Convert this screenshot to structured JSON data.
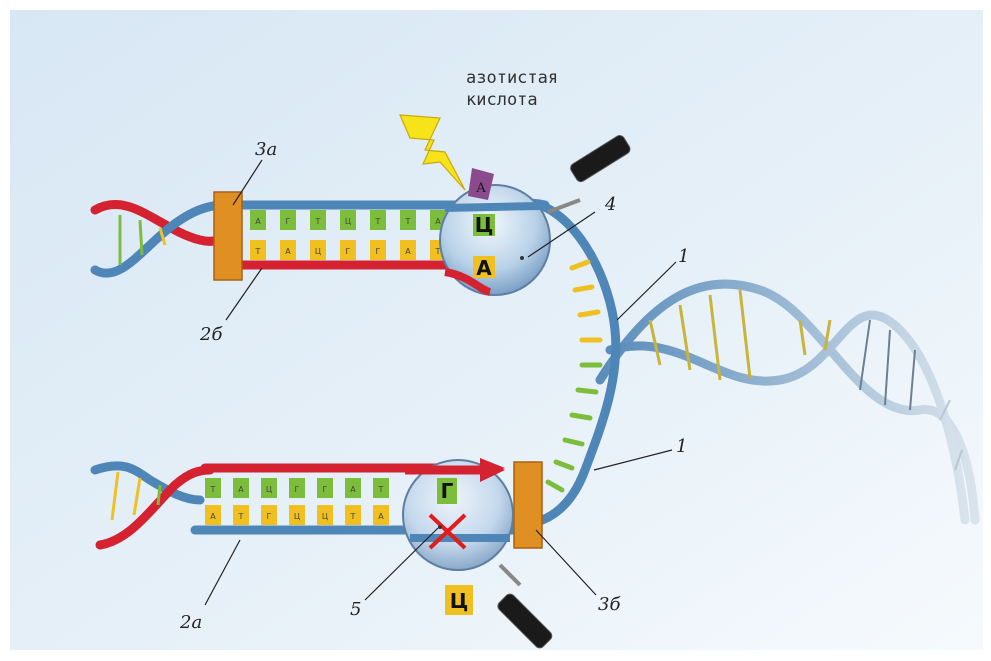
{
  "labels": {
    "agent_line1": "азотистая",
    "agent_line2": "кислота",
    "l1_upper": "1",
    "l1_lower": "1",
    "l2a": "2а",
    "l2b": "2б",
    "l3a": "3а",
    "l3b": "3б",
    "l4": "4",
    "l5": "5"
  },
  "upper_strand": {
    "top_bases": [
      "A",
      "Г",
      "Т",
      "Ц",
      "Т",
      "Т",
      "А"
    ],
    "bottom_bases": [
      "Т",
      "А",
      "Ц",
      "Г",
      "Г",
      "А",
      "Т"
    ]
  },
  "lower_strand": {
    "top_bases": [
      "Т",
      "А",
      "Ц",
      "Г",
      "Г",
      "А",
      "Т"
    ],
    "bottom_bases": [
      "А",
      "Т",
      "Г",
      "Ц",
      "Ц",
      "Т",
      "А"
    ]
  },
  "magnifier_upper": {
    "modified_base": "А",
    "pair_top": "Ц",
    "pair_bottom": "А"
  },
  "magnifier_lower": {
    "base": "Г",
    "free_base": "Ц"
  },
  "colors": {
    "blue_strand": "#4f86b8",
    "red_strand": "#d42230",
    "green_base": "#7cbd3c",
    "yellow_base": "#f0c020",
    "orange_block": "#e08f22",
    "purple_base": "#8a4a8c",
    "lightning": "#f7e31a"
  }
}
